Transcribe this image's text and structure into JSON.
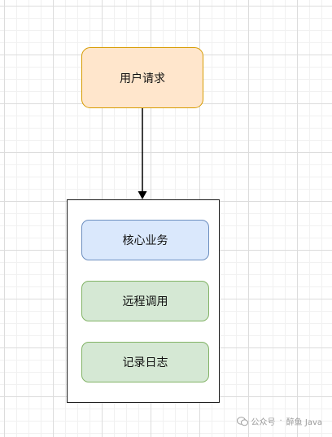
{
  "nodes": {
    "user_request": "用户请求",
    "core_business": "核心业务",
    "remote_call": "远程调用",
    "log_record": "记录日志"
  },
  "colors": {
    "user_request_fill": "#ffe6cc",
    "user_request_stroke": "#d79b00",
    "core_business_fill": "#dae8fc",
    "core_business_stroke": "#6c8ebf",
    "green_fill": "#d5e8d4",
    "green_stroke": "#82b366",
    "container_stroke": "#1a1a1a"
  },
  "watermark": {
    "source": "公众号",
    "separator": "·",
    "author": "醉鱼 Java"
  }
}
